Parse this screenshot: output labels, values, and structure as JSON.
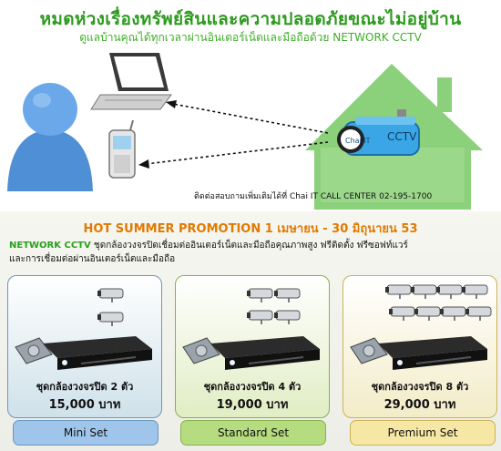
{
  "header": {
    "title": "หมดห่วงเรื่องทรัพย์สินและความปลอดภัยขณะไม่อยู่บ้าน",
    "subtitle": "ดูแลบ้านคุณได้ทุกเวลาผ่านอินเตอร์เน็ตและมือถือด้วย NETWORK CCTV"
  },
  "hero": {
    "camera_brand": "Chai IT",
    "camera_label": "CCTV",
    "contact": "ติดต่อสอบถามเพิ่มเติมได้ที่ Chai IT CALL CENTER 02-195-1700"
  },
  "promo": {
    "title": "HOT SUMMER PROMOTION 1 เมษายน - 30 มิถุนายน 53",
    "brand": "NETWORK CCTV",
    "desc_line1": " ชุดกล้องวงจรปิดเชื่อมต่ออินเตอร์เน็ตและมือถือคุณภาพสูง ฟรีติดตั้ง ฟรีซอฟท์แวร์",
    "desc_line2": "และการเชื่อมต่อผ่านอินเตอร์เน็ตและมือถือ"
  },
  "packages": [
    {
      "name": "ชุดกล้องวงจรปิด 2 ตัว",
      "price": "15,000 บาท",
      "button": "Mini Set",
      "cameras": 2,
      "card_color": "#cfe1ea",
      "button_color": "#9fc6ea"
    },
    {
      "name": "ชุดกล้องวงจรปิด 4 ตัว",
      "price": "19,000 บาท",
      "button": "Standard Set",
      "cameras": 4,
      "card_color": "#e1edc4",
      "button_color": "#b6dc80"
    },
    {
      "name": "ชุดกล้องวงจรปิด 8 ตัว",
      "price": "29,000 บาท",
      "button": "Premium Set",
      "cameras": 8,
      "card_color": "#f3ecc8",
      "button_color": "#f6e7a4"
    }
  ],
  "colors": {
    "title_green": "#2e9a1f",
    "promo_orange": "#e07a00",
    "house_green": "#8bd07a",
    "user_blue": "#5d9be0"
  },
  "icons": [
    "user-avatar-icon",
    "laptop-icon",
    "mobile-phone-icon",
    "house-icon",
    "cctv-camera-icon",
    "dvr-recorder-icon",
    "hard-drive-icon"
  ]
}
